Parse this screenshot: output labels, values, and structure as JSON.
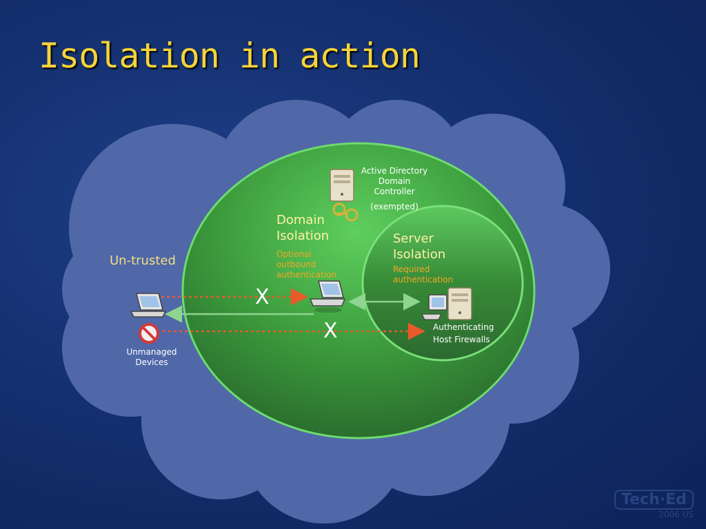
{
  "title": "Isolation in action",
  "colors": {
    "background": "#14306f",
    "cloud": "#5068a8",
    "domain_green": "#3a9a40",
    "title_yellow": "#f5d33a",
    "blocked_arrow": "#e85a2a",
    "allowed_arrow": "#8fd48f"
  },
  "zones": {
    "untrusted": {
      "label": "Un-trusted"
    },
    "domain": {
      "label_line1": "Domain",
      "label_line2": "Isolation",
      "note_line1": "Optional",
      "note_line2": "outbound",
      "note_line3": "authentication"
    },
    "server": {
      "label_line1": "Server",
      "label_line2": "Isolation",
      "note_line1": "Required",
      "note_line2": "authentication"
    }
  },
  "nodes": {
    "domain_controller": {
      "line1": "Active Directory",
      "line2": "Domain",
      "line3": "Controller",
      "note": "(exempted)",
      "icon": "server-with-keys-icon"
    },
    "unmanaged": {
      "line1": "Unmanaged",
      "line2": "Devices",
      "icon": "laptop-icon"
    },
    "domain_laptop": {
      "icon": "laptop-icon"
    },
    "host_firewalls": {
      "line1": "Authenticating",
      "line2": "Host Firewalls",
      "icon": "server-desktop-icon"
    }
  },
  "connections": {
    "blocked_marker": "X",
    "blocked_marker_2": "X"
  },
  "watermark": {
    "brand": "Tech·Ed",
    "year": "2006 US"
  }
}
